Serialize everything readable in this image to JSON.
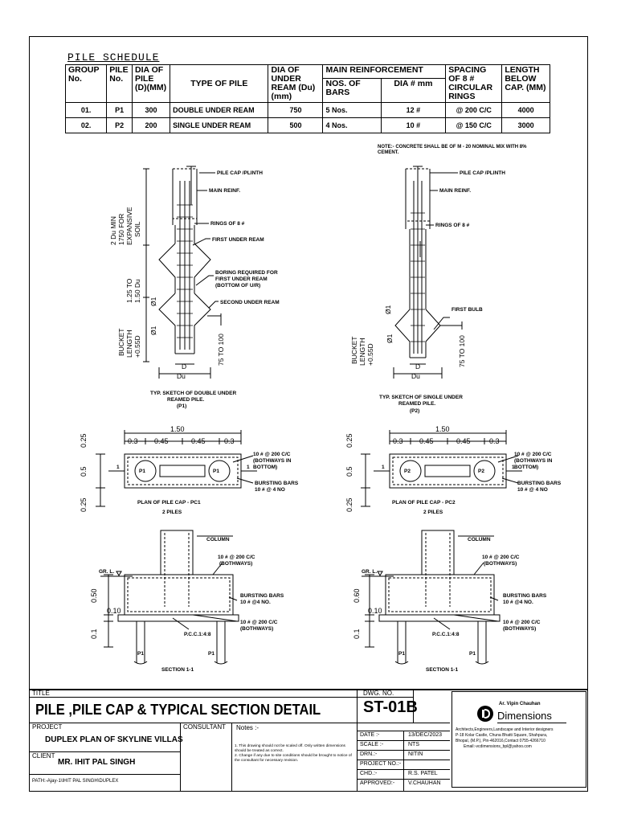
{
  "schedule": {
    "title": "PILE SCHEDULE",
    "headers": {
      "group": "GROUP No.",
      "pile": "PILE No.",
      "dia": "DIA OF PILE (D)(MM)",
      "type": "TYPE OF PILE",
      "under": "DIA OF UNDER REAM (Du) (mm)",
      "main": "MAIN REINFORCEMENT",
      "nos": "NOS. OF BARS",
      "diamm": "DIA # mm",
      "spacing": "SPACING OF 8 # CIRCULAR RINGS",
      "length": "LENGTH BELOW CAP. (MM)"
    },
    "rows": [
      {
        "group": "01.",
        "pile": "P1",
        "dia": "300",
        "type": "DOUBLE UNDER REAM",
        "under": "750",
        "nos": "5 Nos.",
        "diamm": "12 #",
        "spacing": "@ 200 C/C",
        "length": "4000"
      },
      {
        "group": "02.",
        "pile": "P2",
        "dia": "200",
        "type": "SINGLE UNDER REAM",
        "under": "500",
        "nos": "4 Nos.",
        "diamm": "10 #",
        "spacing": "@ 150 C/C",
        "length": "3000"
      }
    ]
  },
  "note": "NOTE:- CONCRETE SHALL BE OF M - 20 NOMINAL MIX WITH 8% CEMENT.",
  "p1": {
    "pile_cap": "PILE CAP /PLINTH",
    "main_reinf": "MAIN REINF.",
    "rings": "RINGS OF 8 #",
    "first_ur": "FIRST UNDER REAM",
    "boring": "BORING REQUIRED FOR",
    "boring2": "FIRST UNDER REAM",
    "boring3": "(BOTTOM OF U/R)",
    "second_ur": "SECOND UNDER REAM",
    "dim_top1": "2 Du MIN",
    "dim_top2": "1750 FOR",
    "dim_top3": "EXPANSIVE",
    "dim_top4": "SOIL",
    "dim_mid1": "1.25 TO",
    "dim_mid2": "1.50 Du",
    "bucket1": "BUCKET",
    "bucket2": "LENGTH",
    "bucket3": "+0.55D",
    "phi1": "Ø1",
    "phi2": "Ø1",
    "d": "D",
    "du": "Du",
    "d75": "75 TO 100",
    "caption1": "TYP. SKETCH OF DOUBLE UNDER",
    "caption2": "REAMED PILE.",
    "caption3": "(P1)"
  },
  "p2": {
    "pile_cap": "PILE CAP /PLINTH",
    "main_reinf": "MAIN REINF.",
    "rings": "RINGS OF 8 #",
    "first_bulb": "FIRST BULB",
    "bucket1": "BUCKET",
    "bucket2": "LENGTH",
    "bucket3": "+0.55D",
    "phi1": "Ø1",
    "phi2": "Ø1",
    "d": "D",
    "du": "Du",
    "d75": "75 TO 100",
    "caption1": "TYP. SKETCH OF SINGLE UNDER",
    "caption2": "REAMED PILE.",
    "caption3": "(P2)"
  },
  "pc1": {
    "w_total": "1.50",
    "w1": "0.3",
    "w2": "0.45",
    "w3": "0.45",
    "w4": "0.3",
    "h_top": "0.25",
    "h_mid": "0.5",
    "h_bot": "0.25",
    "rebar1": "10 # @ 200 C/C",
    "rebar2": "(BOTHWAYS IN",
    "rebar3": "BOTTOM)",
    "burst1": "BURSTING BARS",
    "burst2": "10 # @ 4 NO",
    "sec": "1",
    "p": "P1",
    "caption1": "PLAN OF PILE CAP - PC1",
    "caption2": "2 PILES"
  },
  "pc2": {
    "w_total": "1.50",
    "w1": "0.3",
    "w2": "0.45",
    "w3": "0.45",
    "w4": "0.3",
    "h_top": "0.25",
    "h_mid": "0.5",
    "h_bot": "0.25",
    "rebar1": "10 # @ 200 C/C",
    "rebar2": "(BOTHWAYS IN",
    "rebar3": "BOTTOM)",
    "burst1": "BURSTING BARS",
    "burst2": "10 # @ 4 NO",
    "sec": "1",
    "p": "P2",
    "caption1": "PLAN OF PILE CAP - PC2",
    "caption2": "2 PILES"
  },
  "s1": {
    "column": "COLUMN",
    "gl": "GR. L.",
    "top1": "10 # @ 200 C/C",
    "top2": "(BOTHWAYS)",
    "burst1": "BURSTING BARS",
    "burst2": "10 # @4 NO.",
    "bot1": "10 # @ 200 C/C",
    "bot2": "(BOTHWAYS)",
    "pcc": "P.C.C.1:4:8",
    "h1": "0.50",
    "h2": "0.10",
    "h3": "0.1",
    "pile_l": "P1",
    "pile_r": "P1",
    "caption": "SECTION 1-1"
  },
  "s2": {
    "column": "COLUMN",
    "gl": "GR. L.",
    "top1": "10 # @ 200 C/C",
    "top2": "(BOTHWAYS)",
    "burst1": "BURSTING BARS",
    "burst2": "10 # @4 NO.",
    "bot1": "10 # @ 200 C/C",
    "bot2": "(BOTHWAYS)",
    "pcc": "P.C.C.1:4:8",
    "h1": "0.60",
    "h2": "0.10",
    "h3": "0.1",
    "pile_l": "P1",
    "pile_r": "P1",
    "caption": "SECTION 1-1"
  },
  "titleblock": {
    "title_label": "TITLE",
    "title": "PILE ,PILE CAP & TYPICAL SECTION DETAIL",
    "dwg_label": "DWG. NO.",
    "dwg_no": "ST-01B",
    "project_label": "PROJECT",
    "project": "DUPLEX PLAN OF SKYLINE VILLAS",
    "consultant_label": "CONSULTANT",
    "notes_label": "Notes :-",
    "client_label": "CLIENT",
    "client": "MR. IHIT PAL SINGH",
    "path": "PATH:-Ajay-1\\IHIT PAL SINGH\\DUPLEX",
    "note1": "1. This drawing should not be scaled off. Only written dimensions should be treated as correct.",
    "note2": "2. Change if any due to site conditions should be brought to notice of the consultant for necessary revision.",
    "date_label": "DATE :-",
    "date": "13/DEC/2023",
    "scale_label": "SCALE :-",
    "scale": "NTS",
    "drn_label": "DRN.:-",
    "drn": "NITIN",
    "projno_label": "PROJECT NO.:-",
    "projno": "",
    "chd_label": "CHD.:-",
    "chd": "R.S. PATEL",
    "appr_label": "APPROVED:-",
    "appr": "V.CHAUHAN",
    "architect": "Ar. Vipin Chauhan",
    "firm": "Dimensions",
    "firm_line1": "Architects,Engineers,Landscape and Interior designers",
    "firm_line2": "P-18 Kolar Castle, Chuna Bhatti Square, Shahpura,",
    "firm_line3": "Bhopal, (M.P.), Pin-462016,Contact 0755-4266710",
    "firm_line4": "Email:-vcdimensions_bpl@yahoo.com"
  }
}
